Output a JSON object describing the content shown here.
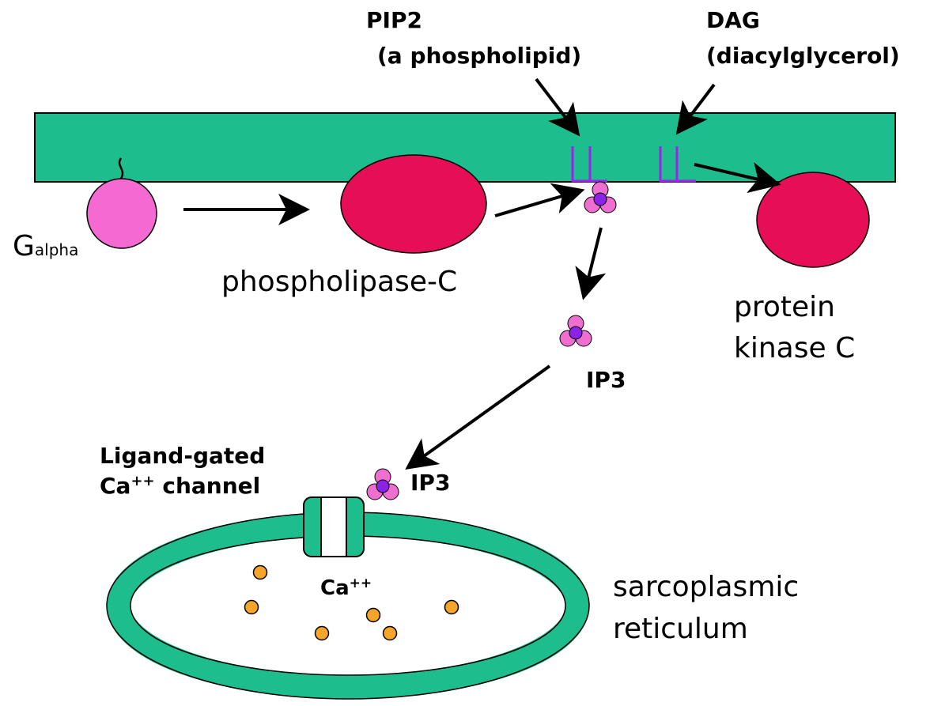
{
  "labels": {
    "pip2_line1": "PIP2",
    "pip2_line2": "(a phospholipid)",
    "dag_line1": "DAG",
    "dag_line2": "(diacylglycerol)",
    "galpha_main": "G",
    "galpha_sub": "alpha",
    "plc": "phospholipase-C",
    "pkc_line1": "protein",
    "pkc_line2": "kinase C",
    "ip3_upper": "IP3",
    "ip3_lower": "IP3",
    "channel_line1": "Ligand-gated",
    "channel_line2_base": "Ca",
    "channel_line2_sup": "++",
    "channel_line2_rest": " channel",
    "ca_base": "Ca",
    "ca_sup": "++",
    "sr_line1": "sarcoplasmic",
    "sr_line2": "reticulum"
  },
  "colors": {
    "membrane": "#1dbd8e",
    "galpha": "#f56ad2",
    "enzyme": "#e60e57",
    "lipid": "#a020f0",
    "ip3_petal": "#ee6fd0",
    "ip3_center": "#8a22e8",
    "calcium": "#f5a52a"
  }
}
